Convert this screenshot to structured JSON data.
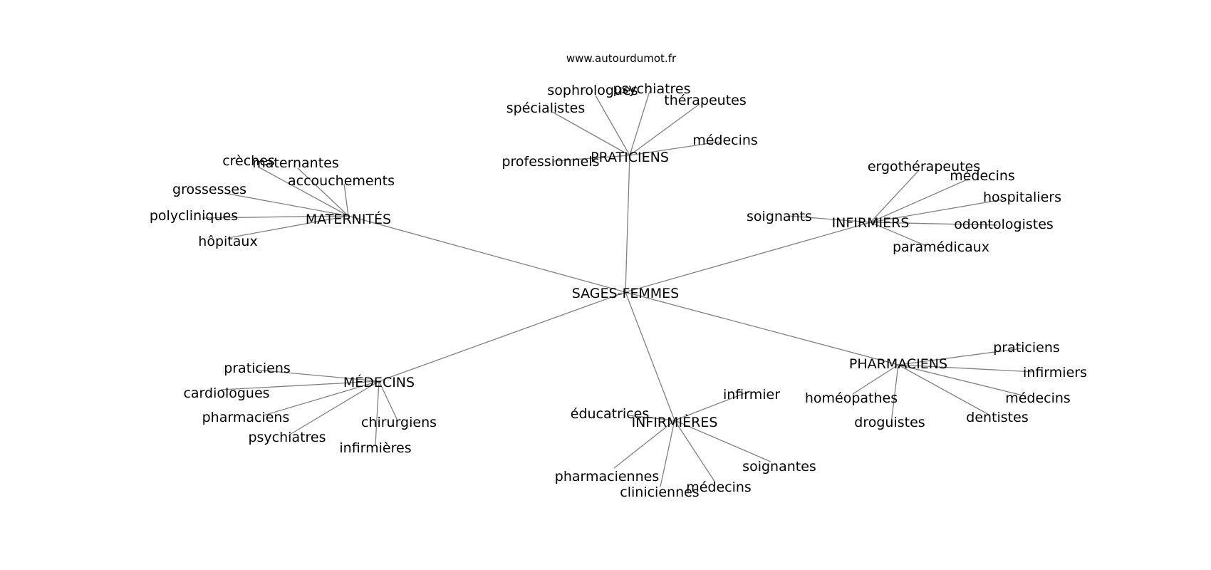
{
  "source": "www.autourdumot.fr",
  "edge_color": "#808080",
  "graph": {
    "center": "SAGES-FEMMES",
    "hubs": [
      {
        "label": "PRATICIENS",
        "leaves": [
          "sophrologues",
          "psychiatres",
          "spécialistes",
          "thérapeutes",
          "médecins",
          "professionnels"
        ]
      },
      {
        "label": "MATERNITÉS",
        "leaves": [
          "crèches",
          "maternantes",
          "accouchements",
          "grossesses",
          "polycliniques",
          "hôpitaux"
        ]
      },
      {
        "label": "INFIRMIERS",
        "leaves": [
          "ergothérapeutes",
          "médecins",
          "hospitaliers",
          "soignants",
          "odontologistes",
          "paramédicaux"
        ]
      },
      {
        "label": "MÉDECINS",
        "leaves": [
          "praticiens",
          "cardiologues",
          "pharmaciens",
          "chirurgiens",
          "psychiatres",
          "infirmières"
        ]
      },
      {
        "label": "INFIRMIÈRES",
        "leaves": [
          "infirmier",
          "éducatrices",
          "soignantes",
          "pharmaciennes",
          "médecins",
          "cliniciennes"
        ]
      },
      {
        "label": "PHARMACIENS",
        "leaves": [
          "praticiens",
          "infirmiers",
          "homéopathes",
          "médecins",
          "droguistes",
          "dentistes"
        ]
      }
    ]
  }
}
